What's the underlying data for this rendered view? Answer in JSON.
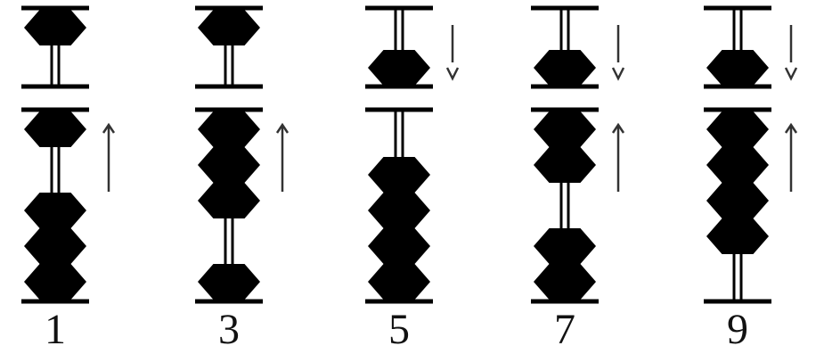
{
  "columns": [
    {
      "label": "1",
      "heaven_bead_lowered": false,
      "earth_beads_raised": 1,
      "arrows": [
        "up"
      ]
    },
    {
      "label": "3",
      "heaven_bead_lowered": false,
      "earth_beads_raised": 3,
      "arrows": [
        "up"
      ]
    },
    {
      "label": "5",
      "heaven_bead_lowered": true,
      "earth_beads_raised": 0,
      "arrows": [
        "down"
      ]
    },
    {
      "label": "7",
      "heaven_bead_lowered": true,
      "earth_beads_raised": 2,
      "arrows": [
        "down",
        "up"
      ]
    },
    {
      "label": "9",
      "heaven_bead_lowered": true,
      "earth_beads_raised": 4,
      "arrows": [
        "down",
        "up"
      ]
    }
  ],
  "colors": {
    "ink": "#000000",
    "background": "#ffffff",
    "arrow": "#333333"
  }
}
